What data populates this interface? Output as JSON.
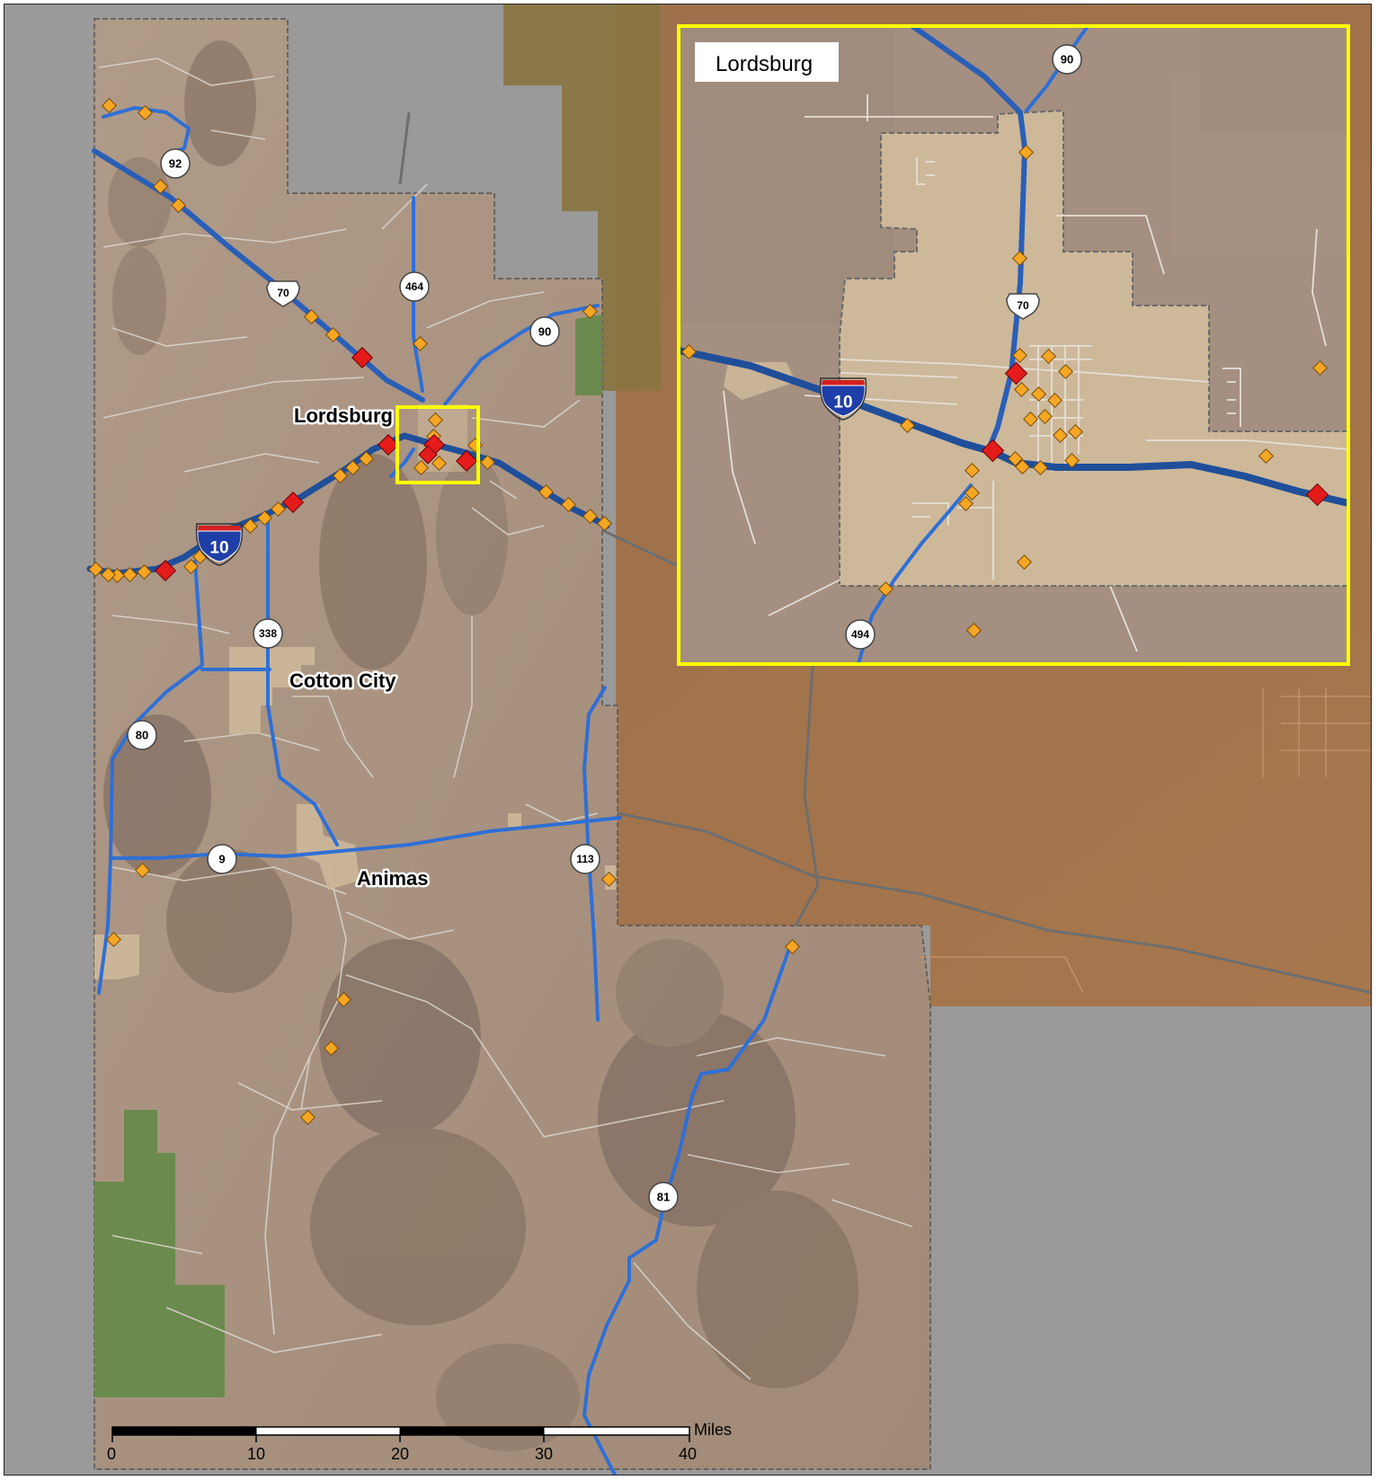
{
  "map": {
    "towns": [
      {
        "name": "Lordsburg"
      },
      {
        "name": "Cotton City"
      },
      {
        "name": "Animas"
      }
    ],
    "route_shields": [
      "92",
      "70",
      "464",
      "90",
      "338",
      "80",
      "9",
      "113",
      "81"
    ],
    "interstate": "10",
    "scale_bar": {
      "ticks": [
        "0",
        "10",
        "20",
        "30",
        "40"
      ],
      "unit": "Miles"
    },
    "colors": {
      "county_terrain": "#a8927f",
      "neighbor_terrain": "#9a6a45",
      "forest": "#6b8a4e",
      "olive": "#8a7440",
      "outside": "#9a9a9a",
      "town_area": "#cdb89a",
      "highway": "#2f6fd6",
      "interstate": "#1f4f9a",
      "minor_road": "#d8d2ca",
      "crash_marker": "#f5a623",
      "severe_marker": "#e31b1b",
      "inset_border": "#ffff00"
    }
  },
  "inset": {
    "title": "Lordsburg",
    "route_shields": [
      "90",
      "70",
      "494"
    ],
    "interstate": "10"
  }
}
